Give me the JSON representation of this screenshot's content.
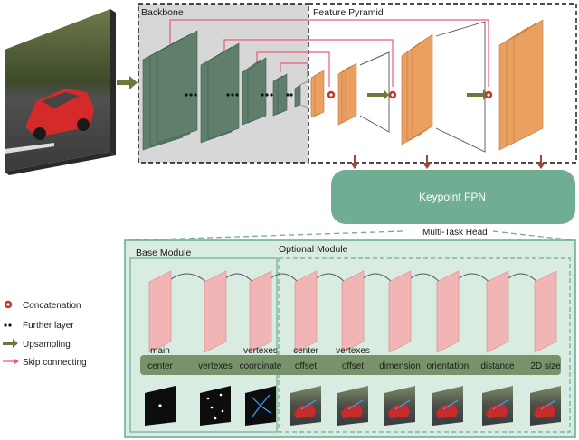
{
  "backbone": {
    "title": "Backbone"
  },
  "pyramid": {
    "title": "Feature Pyramid"
  },
  "keypoint": {
    "title": "Keypoint FPN"
  },
  "multitask": {
    "title": "Multi-Task Head"
  },
  "base_module": {
    "title": "Base Module"
  },
  "optional_module": {
    "title": "Optional Module"
  },
  "legend": {
    "concat_symbol": "c",
    "concatenation": "Concatenation",
    "further_layer": "Further layer",
    "upsampling": "Upsampling",
    "skip": "Skip connecting"
  },
  "tasks": [
    {
      "line1": "main",
      "line2": "center"
    },
    {
      "line1": "",
      "line2": "vertexes"
    },
    {
      "line1": "vertexes",
      "line2": "coordinate"
    },
    {
      "line1": "center",
      "line2": "offset"
    },
    {
      "line1": "vertexes",
      "line2": "offset"
    },
    {
      "line1": "",
      "line2": "dimension"
    },
    {
      "line1": "",
      "line2": "orientation"
    },
    {
      "line1": "",
      "line2": "distance"
    },
    {
      "line1": "",
      "line2": "2D size"
    }
  ],
  "colors": {
    "backbone_green": "#5f7f6c",
    "orange": "#e9a060",
    "pink": "#f2b5b5",
    "skip_pink": "#ea5b7a",
    "arrow_red": "#a84437",
    "panel_teal": "#d8ece2",
    "keypoint_teal": "#6fae92",
    "task_bar": "#78936a"
  }
}
